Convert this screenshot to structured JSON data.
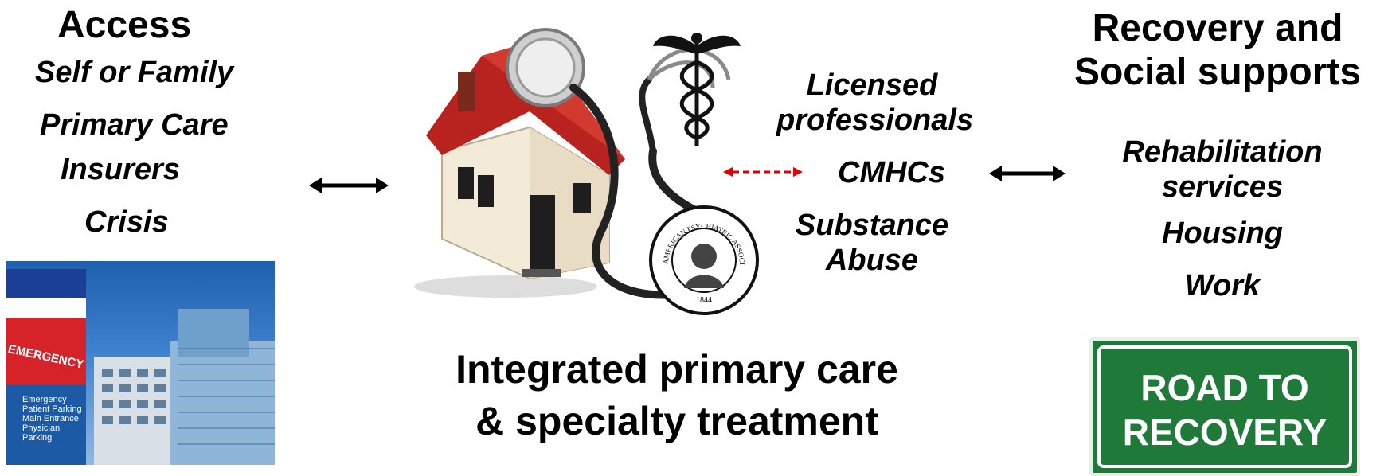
{
  "left": {
    "title": "Access",
    "items": [
      "Self or Family",
      "Primary Care",
      "Insurers",
      "Crisis"
    ]
  },
  "middle": {
    "items": [
      "Licensed professionals",
      "CMHCs",
      "Substance Abuse"
    ]
  },
  "right": {
    "title_line1": "Recovery and",
    "title_line2": "Social supports",
    "items": [
      "Rehabilitation services",
      "Housing",
      "Work"
    ]
  },
  "center_title": {
    "line1": "Integrated primary care",
    "line2": "& specialty treatment"
  },
  "hospital_image": {
    "sign_lines": [
      "EMERGENCY",
      "Emergency",
      "Patient Parking",
      "Main Entrance",
      "Physician",
      "Parking"
    ]
  },
  "seal": {
    "text": "AMERICAN PSYCHIATRIC ASSOCIATION",
    "year": "1844"
  },
  "road_sign": {
    "line1": "ROAD TO",
    "line2": "RECOVERY"
  },
  "colors": {
    "roof": "#b8231f",
    "sign_green": "#1f7a3a",
    "dashed_arrow": "#e00000"
  }
}
